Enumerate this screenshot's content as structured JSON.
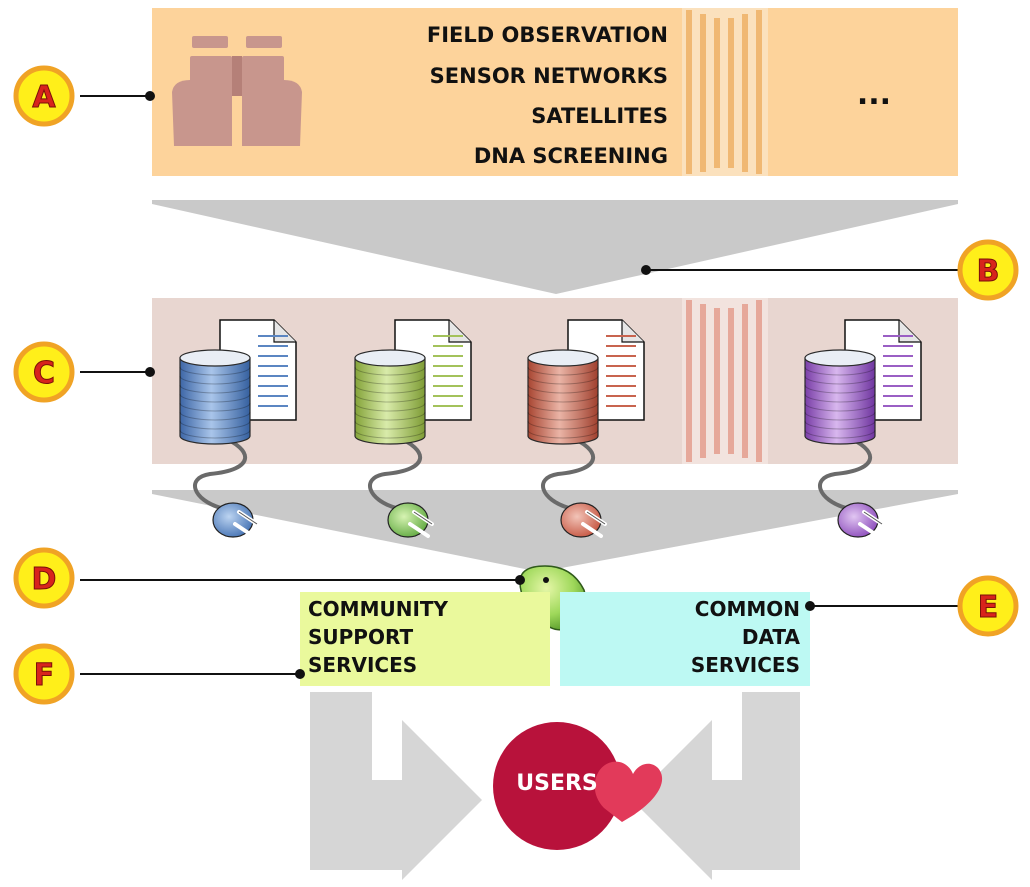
{
  "sources": {
    "items": [
      "FIELD OBSERVATION",
      "SENSOR NETWORKS",
      "SATELLITES",
      "DNA SCREENING"
    ],
    "more": "...",
    "icon": "binoculars-icon"
  },
  "markers": {
    "a": "A",
    "b": "B",
    "c": "C",
    "d": "D",
    "e": "E",
    "f": "F"
  },
  "services": {
    "community": [
      "COMMUNITY",
      "SUPPORT",
      "SERVICES"
    ],
    "common": [
      "COMMON",
      "DATA",
      "SERVICES"
    ]
  },
  "users": {
    "label": "USERS"
  },
  "colors": {
    "sources_bg": "#fdd39b",
    "databases_bg": "#e8d6d0",
    "arrow_gray": "#c9c9c9",
    "community_bg": "#eaf99c",
    "common_bg": "#bdf9f3",
    "users_circle": "#b8123b",
    "heart": "#e23a5a",
    "marker_fill": "#ffef1a",
    "marker_ring": "#f0a325",
    "marker_text": "#d8241c",
    "db_blue": "#5b86c2",
    "db_green": "#a3c25b",
    "db_red": "#c8644f",
    "db_purple": "#9a5fc4"
  }
}
